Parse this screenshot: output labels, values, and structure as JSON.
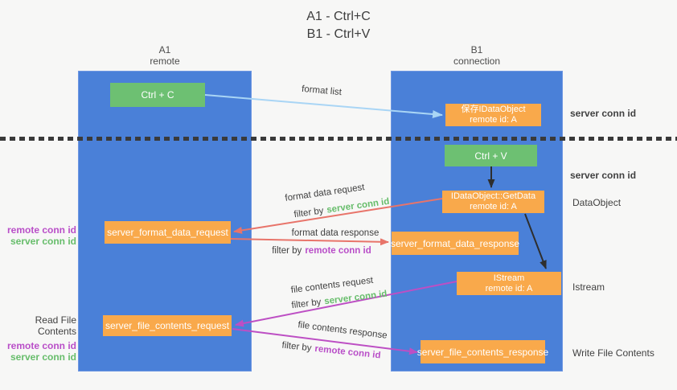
{
  "title": {
    "line1": "A1 - Ctrl+C",
    "line2": "B1 - Ctrl+V"
  },
  "columns": {
    "left": {
      "id": "A1",
      "subtitle": "remote"
    },
    "right": {
      "id": "B1",
      "subtitle": "connection"
    }
  },
  "nodes": {
    "ctrl_c": {
      "label": "Ctrl + C"
    },
    "save_dataobject": {
      "line1": "保存IDataObject",
      "line2": "remote id: A"
    },
    "ctrl_v": {
      "label": "Ctrl + V"
    },
    "getdata": {
      "line1": "IDataObject::GetData",
      "line2": "remote id: A"
    },
    "format_request": {
      "label": "server_format_data_request"
    },
    "format_response": {
      "label": "server_format_data_response"
    },
    "istream": {
      "line1": "IStream",
      "line2": "remote id: A"
    },
    "file_request": {
      "label": "server_file_contents_request"
    },
    "file_response": {
      "label": "server_file_contents_response"
    }
  },
  "arrow_labels": {
    "format_list": "format list",
    "format_data_request": "format data request",
    "format_data_response": "format data response",
    "file_contents_request": "file contents request",
    "file_contents_response": "file contents response",
    "filter_by": "filter by",
    "server_conn_id": "server conn id",
    "remote_conn_id": "remote conn id"
  },
  "side_labels": {
    "server_conn_id_top": "server conn id",
    "server_conn_id_mid": "server conn id",
    "dataobject": "DataObject",
    "istream": "Istream",
    "write_file_contents": "Write File Contents",
    "read_file_contents": "Read File Contents",
    "format_remote_conn_id": "remote conn id",
    "format_server_conn_id": "server conn id",
    "file_remote_conn_id": "remote conn id",
    "file_server_conn_id": "server conn id"
  },
  "colors": {
    "lane_blue": "#4a80d8",
    "node_green": "#6dc072",
    "node_orange": "#f9a94b",
    "arrow_red": "#e8746a",
    "arrow_purple": "#bd4fc4",
    "arrow_light_blue": "#a9d5f5",
    "arrow_black": "#2e2e2e",
    "text_green": "#67bd6b",
    "text_purple": "#b94ec8"
  }
}
